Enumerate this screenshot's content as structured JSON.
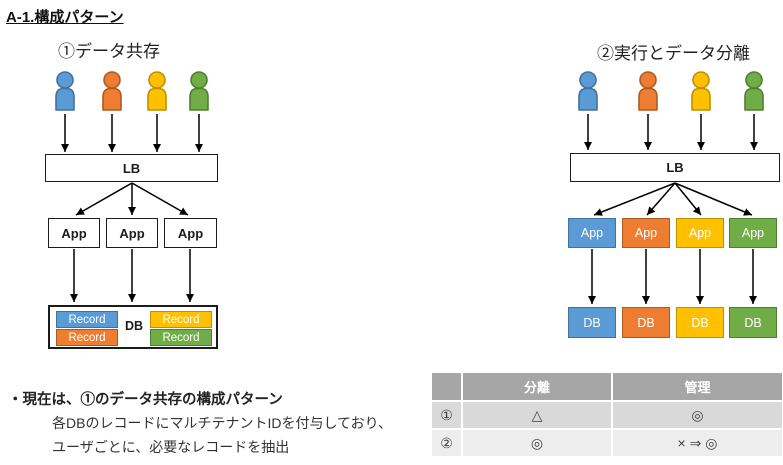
{
  "page_title": "A-1.構成パターン",
  "palette": {
    "blue": "#5B9BD5",
    "blue_dark": "#41719C",
    "orange": "#ED7D31",
    "orange_dark": "#AE5A21",
    "yellow": "#FFC000",
    "yellow_dark": "#BF9000",
    "green": "#70AD47",
    "green_dark": "#507E32",
    "table_header_bg": "#A6A6A6",
    "table_row1_bg": "#D9D9D9",
    "table_row2_bg": "#EDEDED"
  },
  "diagram_left": {
    "title": "①データ共存",
    "users": [
      "blue",
      "orange",
      "yellow",
      "green"
    ],
    "lb_label": "LB",
    "app_label": "App",
    "db_label": "DB",
    "record_label": "Record",
    "record_colors": [
      "blue",
      "yellow",
      "orange",
      "green"
    ]
  },
  "diagram_right": {
    "title": "②実行とデータ分離",
    "users": [
      "blue",
      "orange",
      "yellow",
      "green"
    ],
    "lb_label": "LB",
    "app_label": "App",
    "db_label": "DB",
    "app_colors": [
      "blue",
      "orange",
      "yellow",
      "green"
    ],
    "db_colors": [
      "blue",
      "orange",
      "yellow",
      "green"
    ]
  },
  "note": {
    "line1": "・現在は、①のデータ共存の構成パターン",
    "line2": "各DBのレコードにマルチテナントIDを付与しており、",
    "line3": "ユーザごとに、必要なレコードを抽出"
  },
  "table": {
    "col_headers": [
      "分離",
      "管理"
    ],
    "rows": [
      {
        "label": "①",
        "cells": [
          "△",
          "◎"
        ]
      },
      {
        "label": "②",
        "cells": [
          "◎",
          "× ⇒ ◎"
        ]
      }
    ]
  }
}
